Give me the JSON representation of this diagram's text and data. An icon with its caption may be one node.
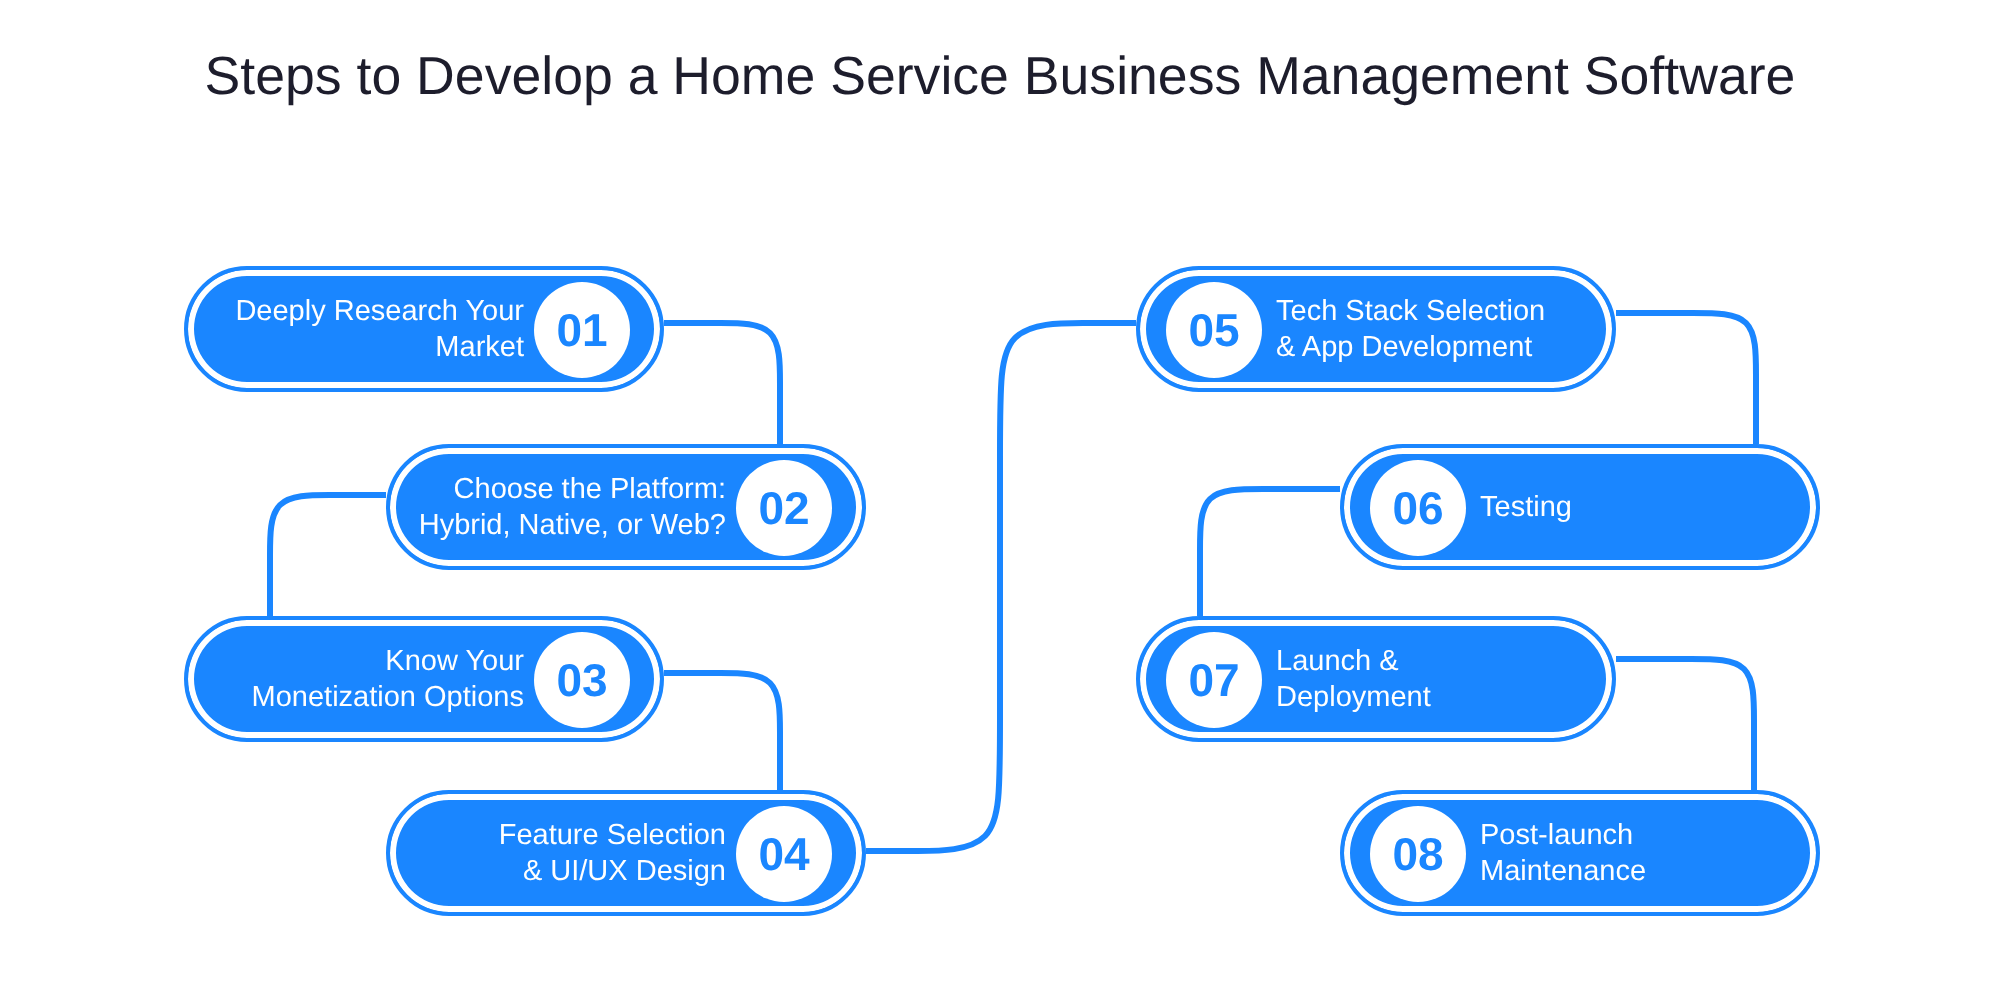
{
  "diagram": {
    "title": "Steps to Develop a Home Service Business Management Software",
    "nodes": [
      {
        "text": [
          "Deeply Research Your Market",
          "01"
        ]
      },
      {
        "text": [
          "Choose the Platform: Hybrid, Native, or Web?",
          "02"
        ]
      },
      {
        "text": [
          "Know Your Monetization Options",
          "03"
        ]
      },
      {
        "text": [
          "Feature Selection & UI/UX Design",
          "04"
        ]
      },
      {
        "text": [
          "05",
          "Tech Stack Selection & App Development"
        ]
      },
      {
        "text": [
          "06",
          "Testing"
        ]
      },
      {
        "text": [
          "07",
          "Launch & Deployment"
        ]
      },
      {
        "text": [
          "08",
          "Post-launch Maintenance"
        ]
      }
    ],
    "edges": [
      {
        "from": 0,
        "to": 1,
        "arrow": "none"
      },
      {
        "from": 1,
        "to": 2,
        "arrow": "none"
      },
      {
        "from": 2,
        "to": 3,
        "arrow": "none"
      },
      {
        "from": 3,
        "to": 4,
        "arrow": "none"
      },
      {
        "from": 4,
        "to": 5,
        "arrow": "none"
      },
      {
        "from": 5,
        "to": 6,
        "arrow": "none"
      },
      {
        "from": 6,
        "to": 7,
        "arrow": "none"
      }
    ]
  }
}
